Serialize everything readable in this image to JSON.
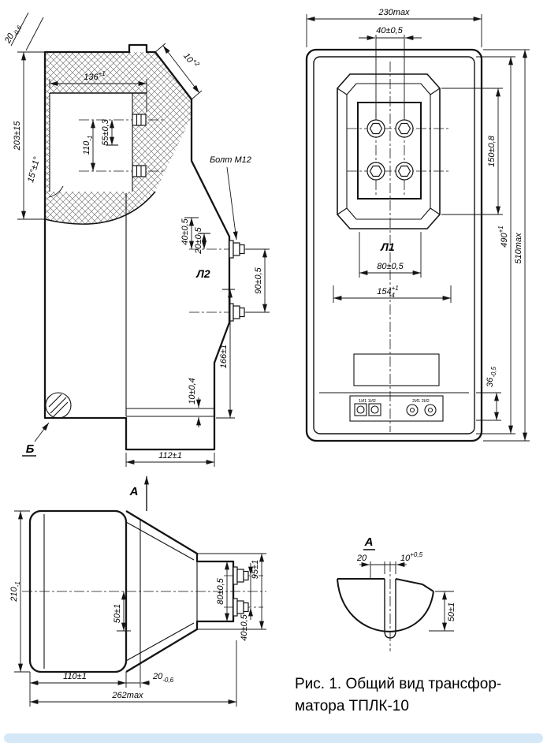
{
  "caption": {
    "line1": "Рис. 1. Общий вид трансфор-",
    "line2": "матора ТПЛК-10"
  },
  "front": {
    "d230": {
      "m": "230max"
    },
    "d40": {
      "m": "40±0,5"
    },
    "d150": {
      "m": "150±0,8"
    },
    "d490": {
      "m": "490",
      "sup": "+1"
    },
    "d510": {
      "m": "510max"
    },
    "d80": {
      "m": "80±0,5"
    },
    "d154": {
      "m": "154",
      "sup": "+1",
      "sub": "-4"
    },
    "d36": {
      "m": "36",
      "sub": "-0,5"
    },
    "label_l1": "Л1",
    "terminals_left": "1И1  1И2",
    "terminals_right": "2И1  2И2"
  },
  "side": {
    "d20flange": {
      "m": "20",
      "sub": "-0,6"
    },
    "d136": {
      "m": "136",
      "sup": "+1"
    },
    "d110": {
      "m": "110",
      "sub": "-1"
    },
    "d55": {
      "m": "55±0,3"
    },
    "d203": {
      "m": "203±15"
    },
    "dangle": {
      "m": "15°±1°"
    },
    "d10top": {
      "m": "10",
      "sup": "+2"
    },
    "bolt_note": "Болт М12",
    "d40": {
      "m": "40±0,5"
    },
    "d20": {
      "m": "20±0,5"
    },
    "label_l2": "Л2",
    "d90": {
      "m": "90±0,5"
    },
    "d166": {
      "m": "166±1"
    },
    "d10": {
      "m": "10±0,4"
    },
    "d112": {
      "m": "112±1"
    },
    "view_b": "Б",
    "view_a": "А"
  },
  "bottom": {
    "d210": {
      "m": "210",
      "sub": "-1"
    },
    "d95": {
      "m": "95±1"
    },
    "d80": {
      "m": "80±0,5"
    },
    "d50": {
      "m": "50±1"
    },
    "d110": {
      "m": "110±1"
    },
    "d20": {
      "m": "20",
      "sub": "-0,6"
    },
    "d262": {
      "m": "262max"
    },
    "d40": {
      "m": "40±0,5"
    }
  },
  "detail": {
    "label": "А",
    "d20": {
      "m": "20"
    },
    "d10": {
      "m": "10",
      "sup": "+0,5"
    },
    "d50": {
      "m": "50±1"
    }
  }
}
